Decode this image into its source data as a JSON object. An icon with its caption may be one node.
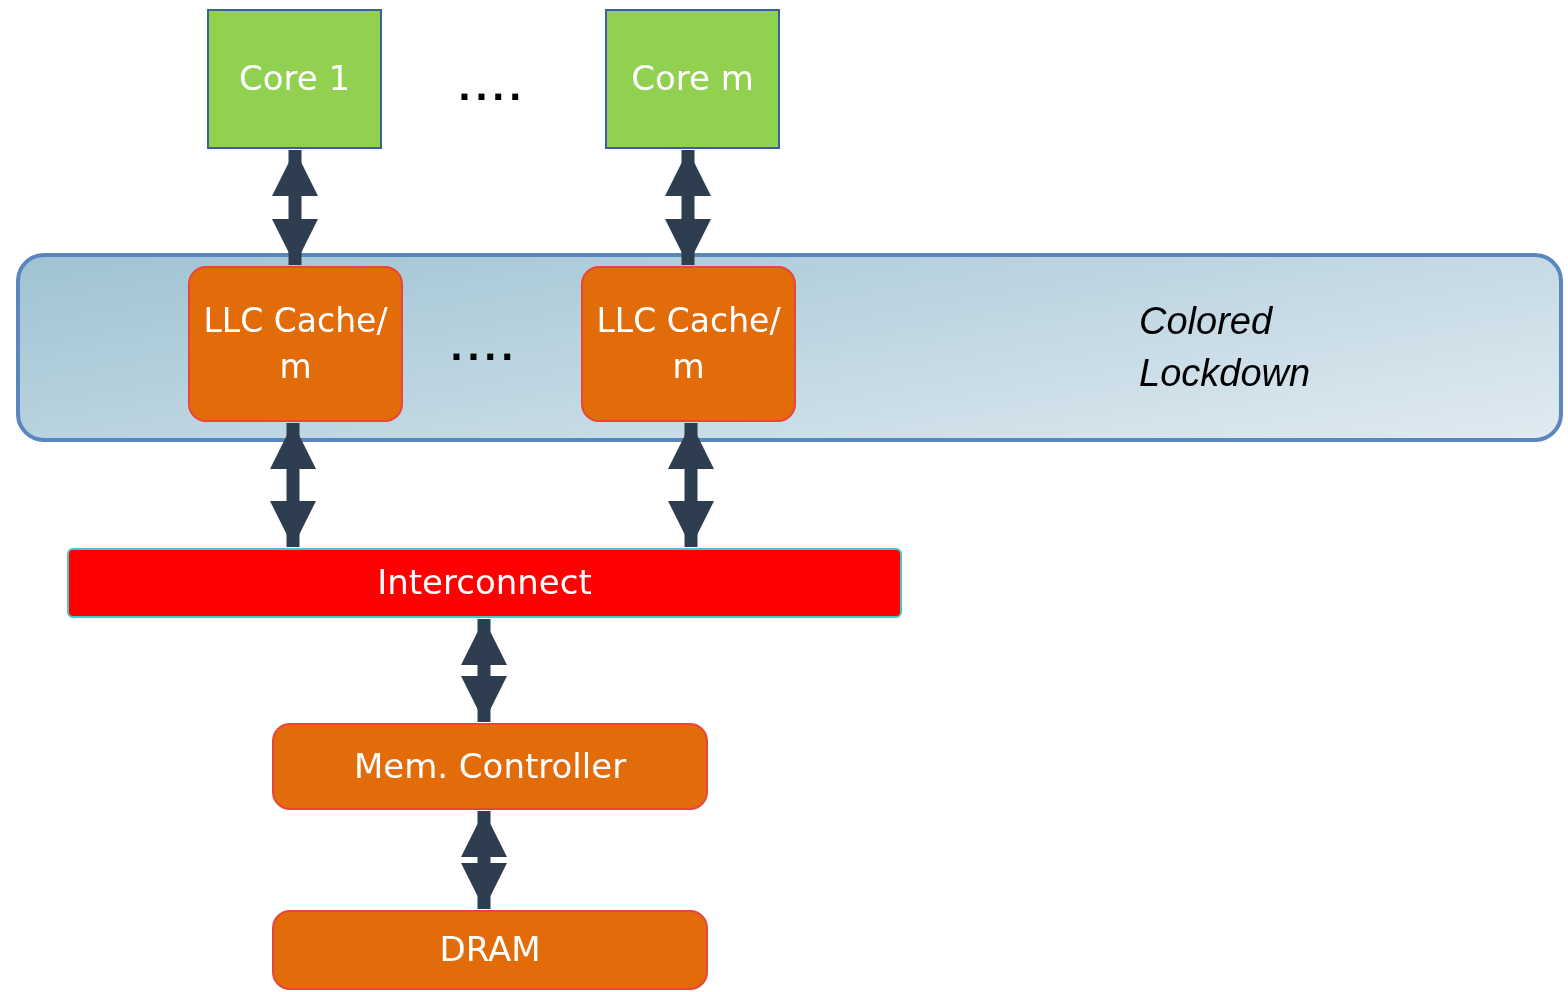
{
  "diagram": {
    "nodes": [
      {
        "text": [
          "Core 1"
        ]
      },
      {
        "text": [
          "Core m"
        ]
      },
      {
        "text": [
          "Colored Lockdown"
        ]
      },
      {
        "text": [
          "LLC Cache/ m"
        ],
        "in": 2
      },
      {
        "text": [
          "LLC Cache/ m"
        ],
        "in": 2
      },
      {
        "text": [
          "Interconnect"
        ]
      },
      {
        "text": [
          "Mem. Controller"
        ]
      },
      {
        "text": [
          "DRAM"
        ]
      }
    ],
    "edges": [
      {
        "from": 0,
        "to": 3,
        "arrow": "both"
      },
      {
        "from": 1,
        "to": 4,
        "arrow": "both"
      },
      {
        "from": 3,
        "to": 5,
        "arrow": "both"
      },
      {
        "from": 4,
        "to": 5,
        "arrow": "both"
      },
      {
        "from": 5,
        "to": 6,
        "arrow": "both"
      },
      {
        "from": 6,
        "to": 7,
        "arrow": "both"
      }
    ],
    "labels": [
      "....",
      "...."
    ]
  }
}
